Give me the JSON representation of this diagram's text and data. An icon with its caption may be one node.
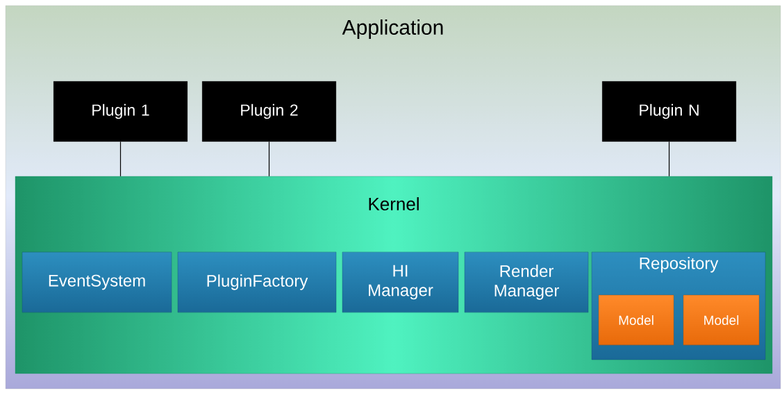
{
  "diagram": {
    "nodes": [
      {
        "text": [
          "Application"
        ]
      },
      {
        "text": [
          "Plugin 1"
        ],
        "in": 0
      },
      {
        "text": [
          "Plugin 2"
        ],
        "in": 0
      },
      {
        "text": [
          "Plugin N"
        ],
        "in": 0
      },
      {
        "text": [
          "Kernel"
        ],
        "in": 0
      },
      {
        "text": [
          "EventSystem"
        ],
        "in": 4
      },
      {
        "text": [
          "PluginFactory"
        ],
        "in": 4
      },
      {
        "text": [
          "HI Manager"
        ],
        "in": 4
      },
      {
        "text": [
          "Render Manager"
        ],
        "in": 4
      },
      {
        "text": [
          "Repository"
        ],
        "in": 4
      },
      {
        "text": [
          "Model"
        ],
        "in": 9
      },
      {
        "text": [
          "Model"
        ],
        "in": 9
      }
    ],
    "edges": [
      {
        "from": 1,
        "to": 4,
        "arrow": "none"
      },
      {
        "from": 2,
        "to": 4,
        "arrow": "none"
      },
      {
        "from": 3,
        "to": 4,
        "arrow": "none"
      }
    ]
  }
}
